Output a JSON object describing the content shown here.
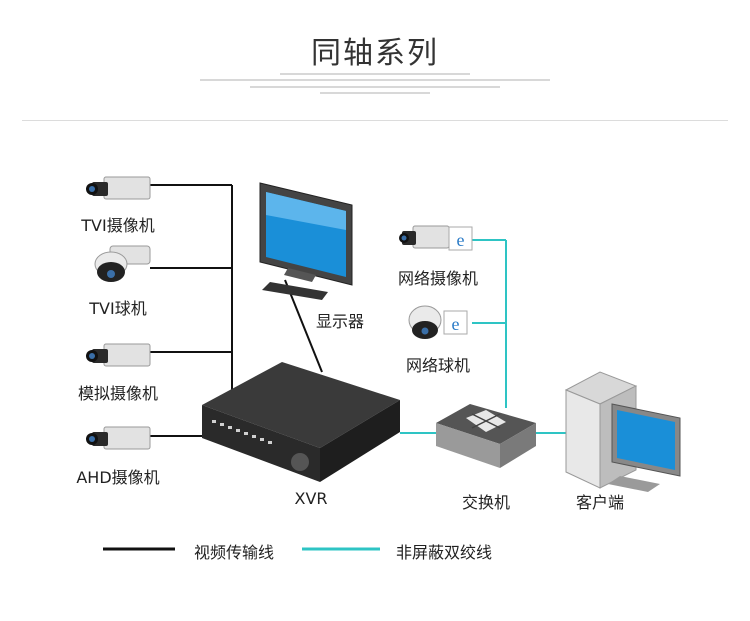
{
  "header": {
    "title": "同轴系列"
  },
  "labels": {
    "tvi_camera": "TVI摄像机",
    "tvi_dome": "TVI球机",
    "analog_camera": "模拟摄像机",
    "ahd_camera": "AHD摄像机",
    "monitor": "显示器",
    "xvr": "XVR",
    "ip_camera": "网络摄像机",
    "ip_dome": "网络球机",
    "switch": "交换机",
    "client": "客户端"
  },
  "legend": {
    "video_line": "视频传输线",
    "utp_line": "非屏蔽双绞线"
  },
  "colors": {
    "video_line": "#111111",
    "utp_line": "#2ec4c4",
    "screen": "#1a8fd8"
  }
}
